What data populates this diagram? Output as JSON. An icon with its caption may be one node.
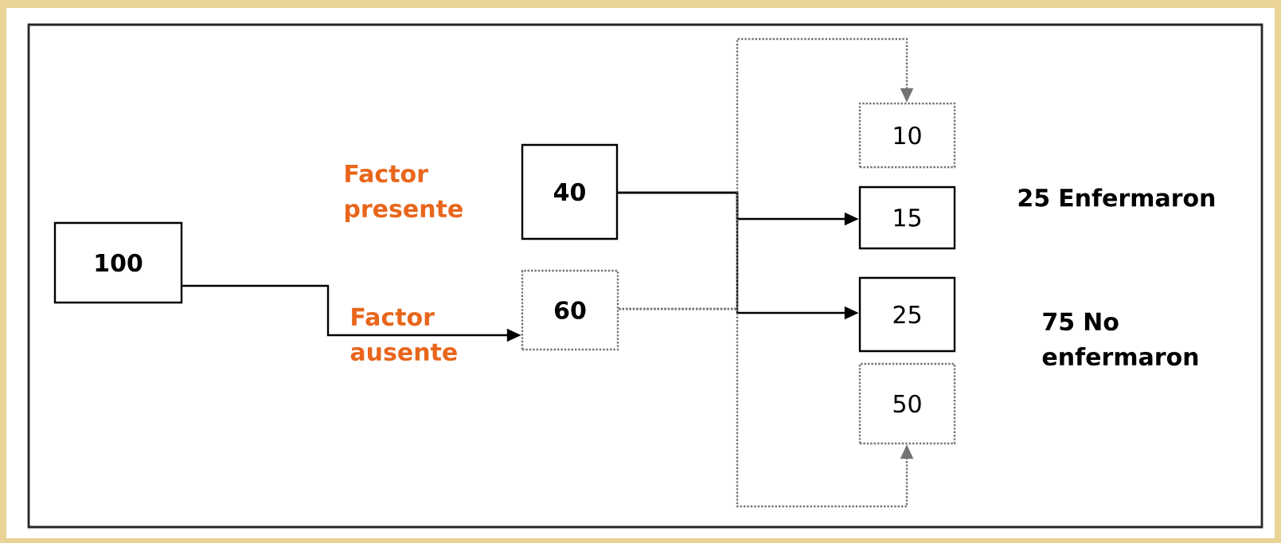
{
  "diagram": {
    "nodes": [
      {
        "text": [
          "100"
        ]
      },
      {
        "text": [
          "40"
        ],
        "beside": [
          "Factor presente"
        ]
      },
      {
        "text": [
          "60"
        ],
        "beside": [
          "Factor ausente"
        ]
      },
      {
        "text": [
          "10"
        ]
      },
      {
        "text": [
          "15"
        ]
      },
      {
        "text": [
          "25"
        ]
      },
      {
        "text": [
          "50"
        ]
      }
    ],
    "edges": [
      {
        "from": 0,
        "to": 2,
        "arrow": "to"
      },
      {
        "from": 1,
        "to": 4,
        "arrow": "to"
      },
      {
        "from": 1,
        "to": 5,
        "arrow": "to"
      },
      {
        "from": 2,
        "to": 3,
        "arrow": "to",
        "style": "dashed",
        "color": "#737373"
      },
      {
        "from": 2,
        "to": 6,
        "arrow": "to",
        "style": "dashed",
        "color": "#737373"
      }
    ],
    "labels": [
      "25 Enfermaron",
      "75 No enfermaron"
    ]
  }
}
